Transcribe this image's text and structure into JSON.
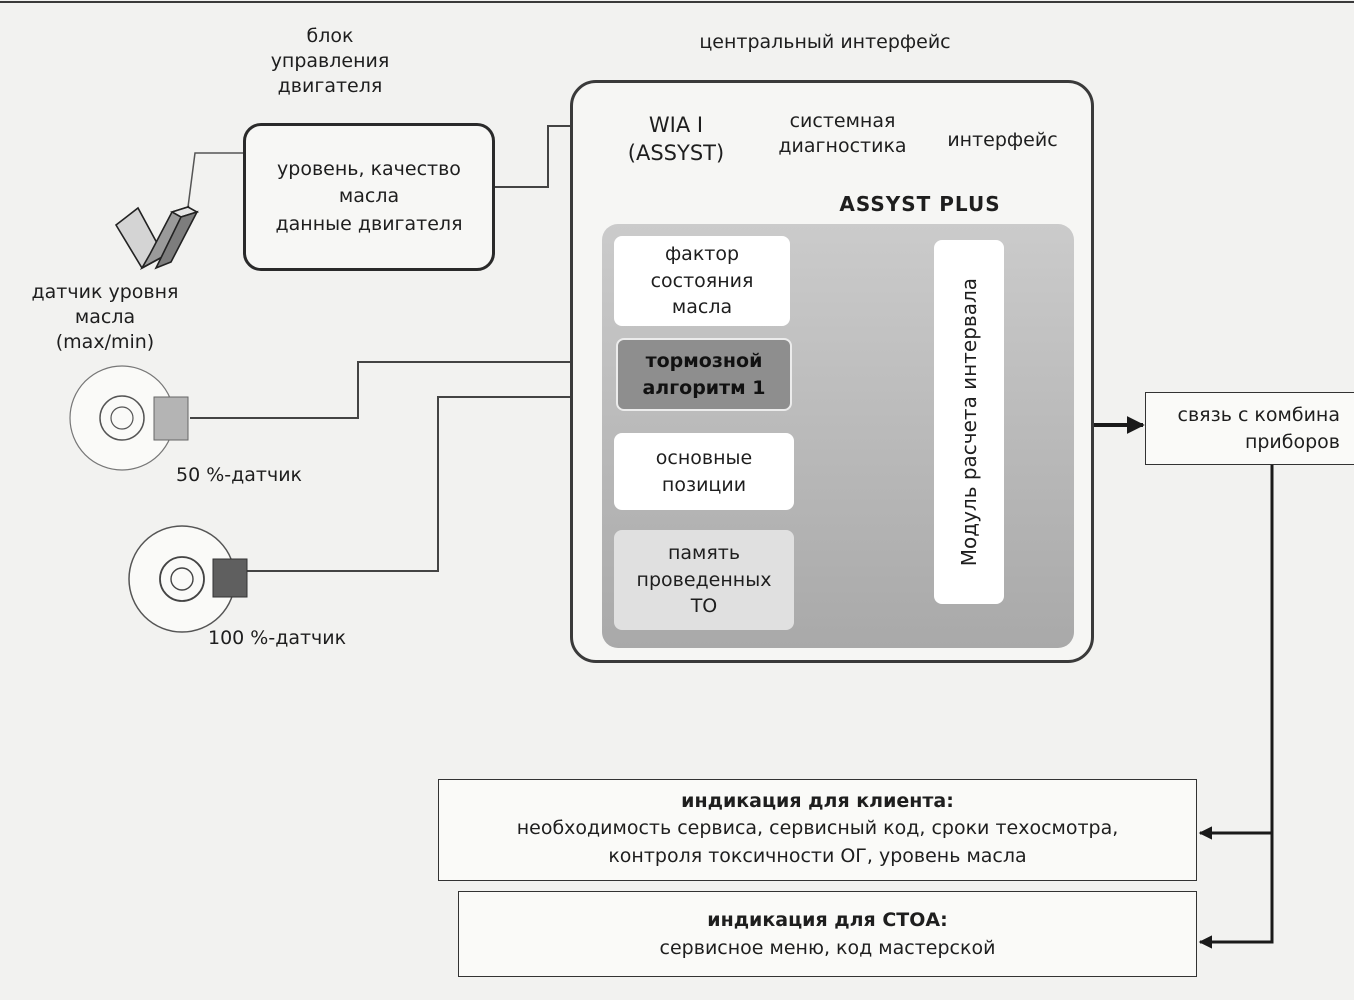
{
  "labels": {
    "engine_unit_title": "блок\nуправления\nдвигателя",
    "engine_unit_content": "уровень, качество\nмасла\nданные двигателя",
    "oil_sensor": "датчик уровня\nмасла\n(max/min)",
    "sensor_50": "50 %-датчик",
    "sensor_100": "100 %-датчик",
    "central_interface_title": "центральный интерфейс",
    "wia": "WIA I\n(ASSYST)",
    "system_diagnostics": "системная\nдиагностика",
    "interface": "интерфейс",
    "assyst_plus": "ASSYST PLUS",
    "oil_factor": "фактор\nсостояния\nмасла",
    "brake_algorithm": "тормозной\nалгоритм 1",
    "main_positions": "основные\nпозиции",
    "service_memory": "память\nпроведенных\nТО",
    "interval_module": "Модуль расчета интервала",
    "cluster_link": "связь с комбина\nприборов",
    "client_title": "индикация для клиента:",
    "client_text": "необходимость сервиса, сервисный код, сроки техосмотра,\nконтроля токсичности ОГ, уровень масла",
    "stoa_title": "индикация для СТОА:",
    "stoa_text": "сервисное меню, код мастерской"
  }
}
